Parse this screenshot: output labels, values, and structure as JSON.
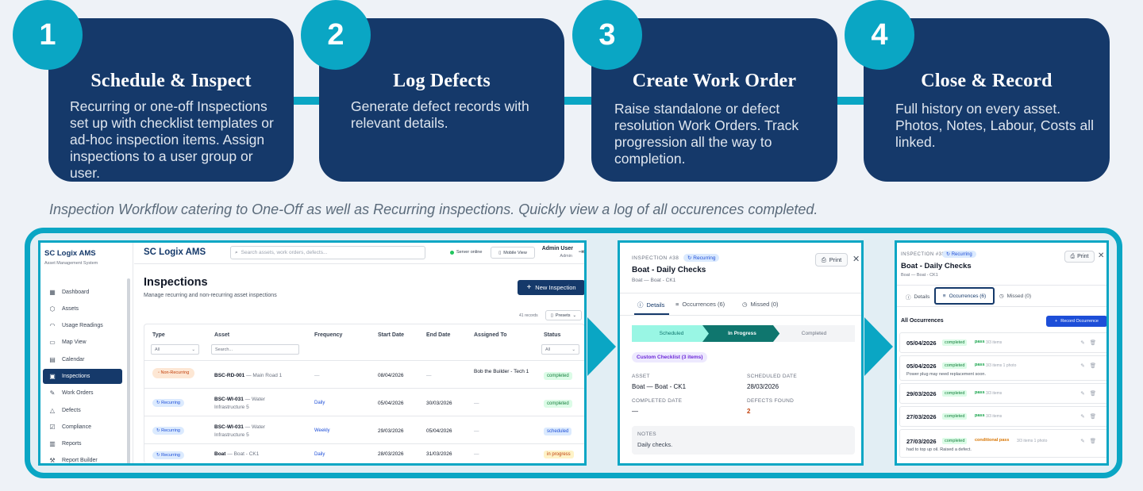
{
  "steps": [
    {
      "num": "1",
      "title": "Schedule & Inspect",
      "desc": "Recurring or one-off Inspections set up with checklist templates or ad-hoc inspection items. Assign inspections to a user group or user."
    },
    {
      "num": "2",
      "title": "Log Defects",
      "desc": "Generate defect records with relevant details."
    },
    {
      "num": "3",
      "title": "Create Work Order",
      "desc": "Raise standalone or defect resolution Work Orders. Track progression all the way to completion."
    },
    {
      "num": "4",
      "title": "Close & Record",
      "desc": "Full history on every asset. Photos, Notes, Labour, Costs all linked."
    }
  ],
  "caption": "Inspection Workflow catering to One-Off as well as Recurring inspections. Quickly view a log of all occurences completed.",
  "list_view": {
    "brand": "SC Logix AMS",
    "brand_sub": "Asset Management System",
    "nav": [
      {
        "label": "Dashboard",
        "icon": "dashboard-icon",
        "glyph": "▦"
      },
      {
        "label": "Assets",
        "icon": "cube-icon",
        "glyph": "⬡"
      },
      {
        "label": "Usage Readings",
        "icon": "gauge-icon",
        "glyph": "◠"
      },
      {
        "label": "Map View",
        "icon": "map-icon",
        "glyph": "▭"
      },
      {
        "label": "Calendar",
        "icon": "calendar-icon",
        "glyph": "▤"
      },
      {
        "label": "Inspections",
        "icon": "clipboard-icon",
        "glyph": "▣"
      },
      {
        "label": "Work Orders",
        "icon": "wrench-icon",
        "glyph": "✎"
      },
      {
        "label": "Defects",
        "icon": "warning-icon",
        "glyph": "△"
      },
      {
        "label": "Compliance",
        "icon": "checkbox-icon",
        "glyph": "☑"
      },
      {
        "label": "Reports",
        "icon": "bar-chart-icon",
        "glyph": "▥"
      },
      {
        "label": "Report Builder",
        "icon": "grid-icon",
        "glyph": "⚒"
      }
    ],
    "active_nav": "Inspections",
    "app_title": "SC Logix AMS",
    "search_placeholder": "Search assets, work orders, defects...",
    "server_status": "Server online",
    "mobile_view": "Mobile View",
    "user_name": "Admin User",
    "user_role": "Admin",
    "page_title": "Inspections",
    "page_subtitle": "Manage recurring and non-recurring asset inspections",
    "new_button": "New Inspection",
    "records": "41 records",
    "presets": "Presets",
    "columns": [
      "Type",
      "Asset",
      "Frequency",
      "Start Date",
      "End Date",
      "Assigned To",
      "Status"
    ],
    "filters": {
      "type": "All",
      "asset": "Search...",
      "status": "All"
    },
    "rows": [
      {
        "type": "Non-Recurring",
        "asset_code": "BSC-RD-001",
        "asset_name": "— Main Road 1",
        "frequency": "—",
        "start": "08/04/2026",
        "end": "—",
        "assigned": "Bob the Builder - Tech 1",
        "status": "completed"
      },
      {
        "type": "Recurring",
        "asset_code": "BSC-WI-031",
        "asset_name": "— Water Infrastructure 5",
        "frequency": "Daily",
        "start": "05/04/2026",
        "end": "30/03/2026",
        "assigned": "—",
        "status": "completed"
      },
      {
        "type": "Recurring",
        "asset_code": "BSC-WI-031",
        "asset_name": "— Water Infrastructure 5",
        "frequency": "Weekly",
        "start": "29/03/2026",
        "end": "05/04/2026",
        "assigned": "—",
        "status": "scheduled"
      },
      {
        "type": "Recurring",
        "asset_code": "Boat",
        "asset_name": "— Boat - CK1",
        "frequency": "Daily",
        "start": "28/03/2026",
        "end": "31/03/2026",
        "assigned": "—",
        "status": "in progress"
      }
    ]
  },
  "detail_view": {
    "kicker": "INSPECTION #38",
    "recurring": "Recurring",
    "title": "Boat - Daily Checks",
    "subtitle": "Boat — Boat - CK1",
    "print": "Print",
    "tabs": [
      "Details",
      "Occurrences (6)",
      "Missed (0)"
    ],
    "stages": [
      "Scheduled",
      "In Progress",
      "Completed"
    ],
    "checklist": "Custom Checklist (3 items)",
    "fields": [
      {
        "label": "ASSET",
        "value": "Boat — Boat - CK1"
      },
      {
        "label": "SCHEDULED DATE",
        "value": "28/03/2026"
      },
      {
        "label": "COMPLETED DATE",
        "value": "—"
      },
      {
        "label": "DEFECTS FOUND",
        "value": "2"
      }
    ],
    "notes_label": "NOTES",
    "notes": "Daily checks."
  },
  "occurrences_view": {
    "kicker": "INSPECTION #38",
    "recurring": "Recurring",
    "title": "Boat - Daily Checks",
    "subtitle": "Boat — Boat - CK1",
    "print": "Print",
    "tabs": [
      "Details",
      "Occurrences (6)",
      "Missed (0)"
    ],
    "heading": "All Occurrences",
    "record_button": "Record Occurrence",
    "items": [
      {
        "date": "05/04/2026",
        "status": "completed",
        "result": "pass",
        "items": "3/3 items",
        "note": ""
      },
      {
        "date": "05/04/2026",
        "status": "completed",
        "result": "pass",
        "items": "3/3 items  1 photo",
        "note": "Power plug may need replacement soon."
      },
      {
        "date": "29/03/2026",
        "status": "completed",
        "result": "pass",
        "items": "3/3 items",
        "note": ""
      },
      {
        "date": "27/03/2026",
        "status": "completed",
        "result": "pass",
        "items": "3/3 items",
        "note": ""
      },
      {
        "date": "27/03/2026",
        "status": "completed",
        "result": "conditional pass",
        "items": "3/3 items  1 photo",
        "note": "had to top up oil. Raised a defect."
      }
    ]
  },
  "colors": {
    "navy": "#15396a",
    "teal": "#0aa6c4",
    "background": "#eef2f7"
  }
}
